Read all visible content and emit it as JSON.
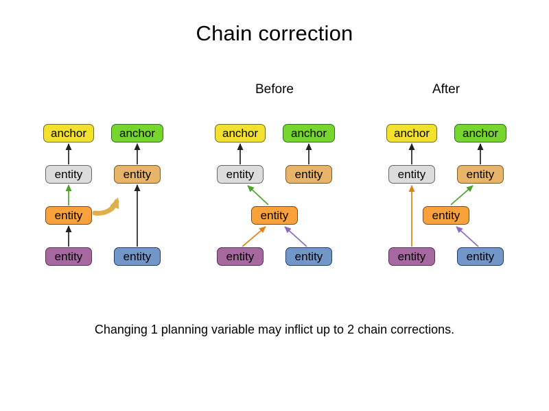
{
  "title": "Chain correction",
  "labels": {
    "anchor": "anchor",
    "entity": "entity",
    "before": "Before",
    "after": "After"
  },
  "caption": "Changing 1 planning variable may inflict up to 2 chain corrections.",
  "colors": {
    "background": "#FFFFFF",
    "text": "#000000",
    "yellow-fill": "#F4E12E",
    "yellow-border": "#6E6E1E",
    "green-fill": "#76D62D",
    "green-border": "#2E6E1E",
    "gray-fill": "#DCDCDC",
    "gray-border": "#666666",
    "tan-fill": "#E7B469",
    "tan-border": "#7A5A1E",
    "orange-fill": "#F9A23B",
    "orange-border": "#7A4A1E",
    "purple-fill": "#A5699F",
    "purple-border": "#5A2E5A",
    "blue-fill": "#7396C8",
    "blue-border": "#1E3C6E",
    "arrow-black": "#222222",
    "arrow-green": "#4CA32A",
    "arrow-orange": "#E08214",
    "arrow-violet": "#8C6BBE",
    "arrow-tan": "#DFAF4C"
  },
  "arrows": {
    "original": [
      {
        "from": "purple entity",
        "to": "orange entity",
        "color": "black"
      },
      {
        "from": "orange entity",
        "to": "gray entity",
        "color": "green"
      },
      {
        "from": "gray entity",
        "to": "yellow anchor",
        "color": "black"
      },
      {
        "from": "blue entity",
        "to": "tan entity",
        "color": "black"
      },
      {
        "from": "tan entity",
        "to": "green anchor",
        "color": "black"
      },
      {
        "from": "orange entity",
        "to": "other chain",
        "color": "tan",
        "style": "curved move indicator"
      }
    ],
    "before": [
      {
        "from": "gray entity",
        "to": "yellow anchor",
        "color": "black"
      },
      {
        "from": "tan entity",
        "to": "green anchor",
        "color": "black"
      },
      {
        "from": "purple entity",
        "to": "orange entity",
        "color": "orange"
      },
      {
        "from": "orange entity",
        "to": "gray entity",
        "color": "green"
      },
      {
        "from": "blue entity",
        "to": "orange entity",
        "color": "violet"
      }
    ],
    "after": [
      {
        "from": "gray entity",
        "to": "yellow anchor",
        "color": "black"
      },
      {
        "from": "tan entity",
        "to": "green anchor",
        "color": "black"
      },
      {
        "from": "purple entity",
        "to": "gray entity",
        "color": "orange"
      },
      {
        "from": "orange entity",
        "to": "tan entity",
        "color": "green"
      },
      {
        "from": "blue entity",
        "to": "orange entity",
        "color": "violet"
      }
    ]
  }
}
